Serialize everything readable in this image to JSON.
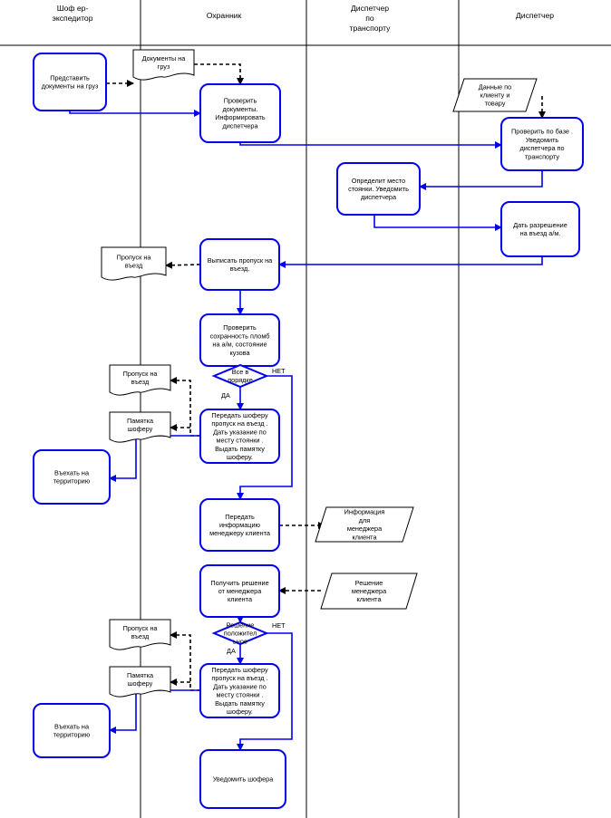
{
  "lanes": [
    {
      "id": "driver",
      "label": "Шоф ер-\nэкспедитор"
    },
    {
      "id": "guard",
      "label": "Охранник"
    },
    {
      "id": "transport",
      "label": "Диспетчер\nпо\nтранспорту"
    },
    {
      "id": "dispatcher",
      "label": "Диспетчер"
    }
  ],
  "nodes": [
    {
      "id": "submit_docs",
      "kind": "process",
      "lane": "driver",
      "text": "Представить\nдокументы на груз"
    },
    {
      "id": "doc_cargo",
      "kind": "document",
      "lane": "driver",
      "text": "Документы на\nгруз"
    },
    {
      "id": "check_docs",
      "kind": "process",
      "lane": "guard",
      "text": "Проверить\nдокументы.\nИнформировать\nдиспетчера"
    },
    {
      "id": "client_data",
      "kind": "data",
      "lane": "dispatcher",
      "text": "Данные по\nклиенту и\nтовару"
    },
    {
      "id": "check_db",
      "kind": "process",
      "lane": "dispatcher",
      "text": "Проверить по базе .\nУведомить\nдиспетчера по\nтранспорту"
    },
    {
      "id": "define_parking",
      "kind": "process",
      "lane": "transport",
      "text": "Определит место\nстоянки. Уведомить\nдиспетчера"
    },
    {
      "id": "permit_entry",
      "kind": "process",
      "lane": "dispatcher",
      "text": "Дать разрешение\nна въезд а/м."
    },
    {
      "id": "pass_entry_1",
      "kind": "document",
      "lane": "driver",
      "text": "Пропуск на\nвъезд"
    },
    {
      "id": "write_pass",
      "kind": "process",
      "lane": "guard",
      "text": "Выписать пропуск на\nвъезд."
    },
    {
      "id": "check_seals",
      "kind": "process",
      "lane": "guard",
      "text": "Проверить\nсохранность пломб\nна а/м, состояние\nкузова"
    },
    {
      "id": "dec_ok",
      "kind": "decision",
      "lane": "guard",
      "text": "Все в\nпорядке"
    },
    {
      "id": "pass_entry_2",
      "kind": "document",
      "lane": "driver",
      "text": "Пропуск на\nвъезд"
    },
    {
      "id": "memo_1",
      "kind": "document",
      "lane": "driver",
      "text": "Памятка\nшоферу"
    },
    {
      "id": "give_pass_1",
      "kind": "process",
      "lane": "guard",
      "text": "Передать шоферу\nпропуск на въезд .\nДать указание по\nместу стоянки .\nВыдать памятку\nшоферу."
    },
    {
      "id": "enter_1",
      "kind": "process",
      "lane": "driver",
      "text": "Въехать на\nтерриторию"
    },
    {
      "id": "pass_info",
      "kind": "process",
      "lane": "guard",
      "text": "Передать\nинформацию\nменеджеру клиента"
    },
    {
      "id": "info_mgr",
      "kind": "data",
      "lane": "transport",
      "text": "Информация\nдля\nменеджера\nклиента"
    },
    {
      "id": "get_decision",
      "kind": "process",
      "lane": "guard",
      "text": "Получить решение\nот менеджера\nклиента"
    },
    {
      "id": "mgr_decision",
      "kind": "data",
      "lane": "transport",
      "text": "Решение\nменеджера\nклиента"
    },
    {
      "id": "dec_pos",
      "kind": "decision",
      "lane": "guard",
      "text": "Решение\nположител\nьное"
    },
    {
      "id": "pass_entry_3",
      "kind": "document",
      "lane": "driver",
      "text": "Пропуск на\nвъезд"
    },
    {
      "id": "memo_2",
      "kind": "document",
      "lane": "driver",
      "text": "Памятка\nшоферу"
    },
    {
      "id": "give_pass_2",
      "kind": "process",
      "lane": "guard",
      "text": "Передать шоферу\nпропуск на въезд .\nДать указание по\nместу стоянки .\nВыдать памятку\nшоферу."
    },
    {
      "id": "enter_2",
      "kind": "process",
      "lane": "driver",
      "text": "Въехать на\nтерриторию"
    },
    {
      "id": "notify_driver",
      "kind": "process",
      "lane": "guard",
      "text": "Уведомить шофера"
    }
  ],
  "edges": [
    {
      "from": "submit_docs",
      "to": "doc_cargo",
      "style": "dashed"
    },
    {
      "from": "doc_cargo",
      "to": "check_docs",
      "style": "dashed"
    },
    {
      "from": "submit_docs",
      "to": "check_docs",
      "style": "solid"
    },
    {
      "from": "check_docs",
      "to": "check_db",
      "style": "solid"
    },
    {
      "from": "client_data",
      "to": "check_db",
      "style": "dashed"
    },
    {
      "from": "check_db",
      "to": "define_parking",
      "style": "solid"
    },
    {
      "from": "define_parking",
      "to": "permit_entry",
      "style": "solid"
    },
    {
      "from": "permit_entry",
      "to": "write_pass",
      "style": "solid"
    },
    {
      "from": "write_pass",
      "to": "pass_entry_1",
      "style": "dashed"
    },
    {
      "from": "write_pass",
      "to": "check_seals",
      "style": "solid"
    },
    {
      "from": "check_seals",
      "to": "dec_ok",
      "style": "solid"
    },
    {
      "from": "dec_ok",
      "to": "give_pass_1",
      "style": "solid",
      "label": "ДА"
    },
    {
      "from": "dec_ok",
      "to": "pass_info",
      "style": "solid",
      "label": "НЕТ"
    },
    {
      "from": "give_pass_1",
      "to": "pass_entry_2",
      "style": "dashed"
    },
    {
      "from": "give_pass_1",
      "to": "memo_1",
      "style": "dashed"
    },
    {
      "from": "give_pass_1",
      "to": "enter_1",
      "style": "solid"
    },
    {
      "from": "pass_info",
      "to": "info_mgr",
      "style": "dashed"
    },
    {
      "from": "mgr_decision",
      "to": "get_decision",
      "style": "dashed"
    },
    {
      "from": "get_decision",
      "to": "dec_pos",
      "style": "solid"
    },
    {
      "from": "dec_pos",
      "to": "give_pass_2",
      "style": "solid",
      "label": "ДА"
    },
    {
      "from": "dec_pos",
      "to": "notify_driver",
      "style": "solid",
      "label": "НЕТ"
    },
    {
      "from": "give_pass_2",
      "to": "pass_entry_3",
      "style": "dashed"
    },
    {
      "from": "give_pass_2",
      "to": "memo_2",
      "style": "dashed"
    },
    {
      "from": "give_pass_2",
      "to": "enter_2",
      "style": "solid"
    }
  ],
  "colors": {
    "process_border": "#0000ee",
    "flow_arrow": "#0000ee",
    "data_border": "#000000"
  }
}
